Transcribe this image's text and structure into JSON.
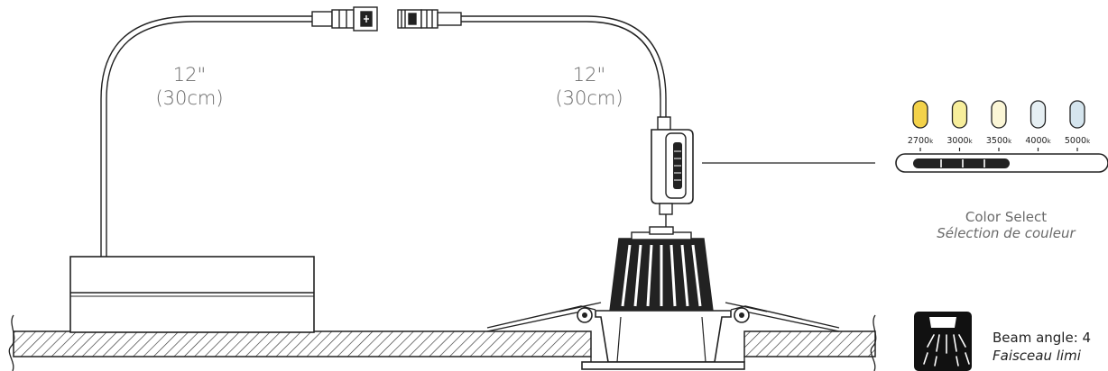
{
  "cable_left": {
    "length_in": "12\"",
    "length_cm": "(30cm)"
  },
  "cable_right": {
    "length_in": "12\"",
    "length_cm": "(30cm)"
  },
  "color_select": {
    "title": "Color Select",
    "subtitle": "Sélection de couleur",
    "temps": [
      {
        "label": "2700",
        "unit": "k",
        "color": "#f3d24a"
      },
      {
        "label": "3000",
        "unit": "k",
        "color": "#f7ee9b"
      },
      {
        "label": "3500",
        "unit": "k",
        "color": "#fbf6d6"
      },
      {
        "label": "4000",
        "unit": "k",
        "color": "#e6eff3"
      },
      {
        "label": "5000",
        "unit": "k",
        "color": "#d5e5ee"
      }
    ]
  },
  "beam": {
    "label": "Beam angle: 4",
    "label_fr": "Faisceau limi"
  },
  "colors": {
    "line": "#222222",
    "hatch": "#333333"
  }
}
